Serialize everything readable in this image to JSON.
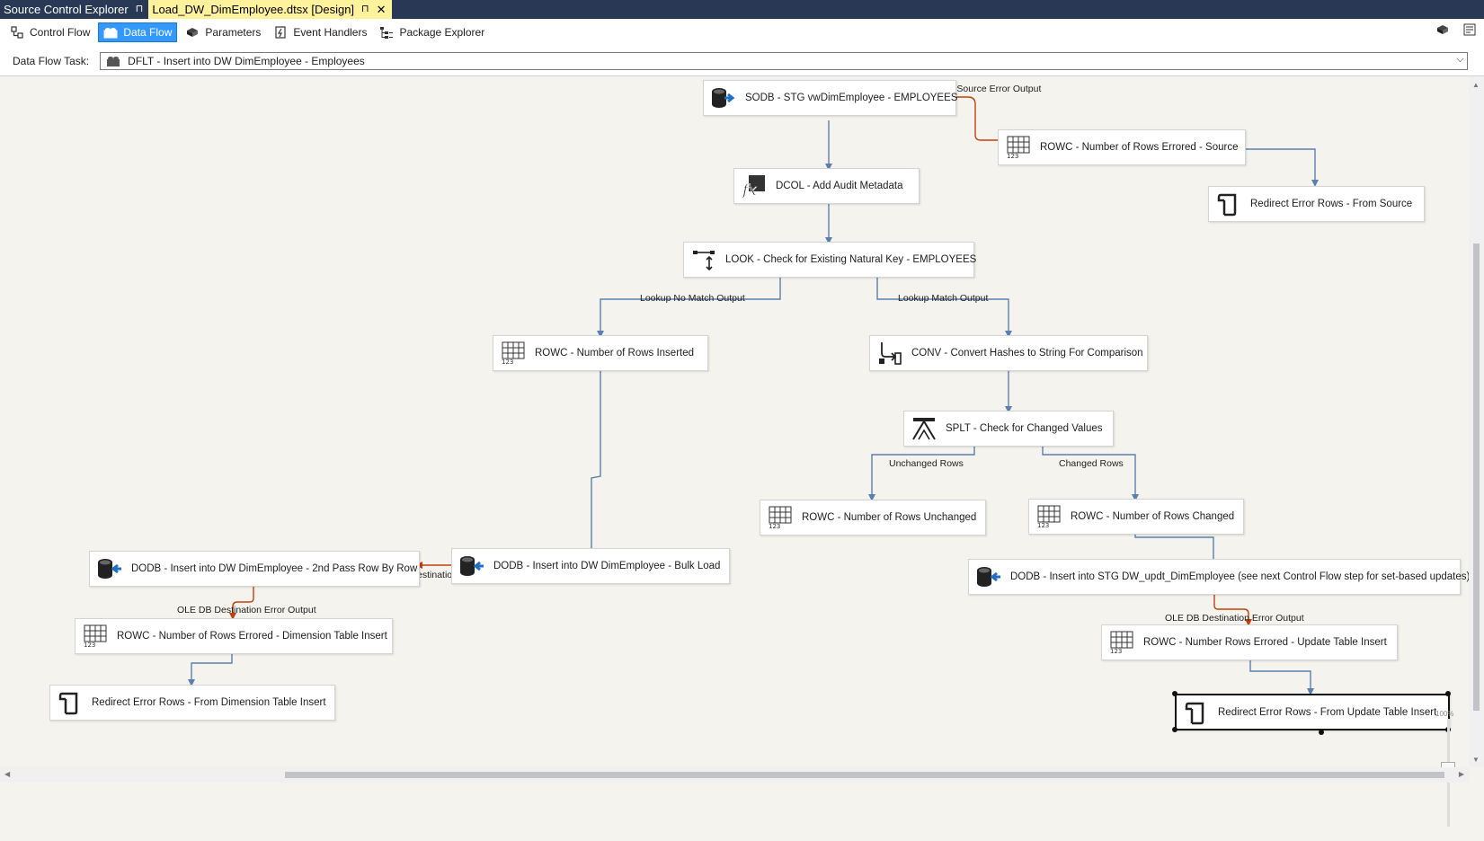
{
  "tabs": [
    {
      "label": "Source Control Explorer",
      "active": false,
      "pin": "⊓"
    },
    {
      "label": "Load_DW_DimEmployee.dtsx [Design]",
      "active": true,
      "pin": "⊓",
      "close": "✕"
    }
  ],
  "toolbar": {
    "items": [
      {
        "label": "Control Flow",
        "icon": "control-flow-icon",
        "active": false
      },
      {
        "label": "Data Flow",
        "icon": "data-flow-icon",
        "active": true
      },
      {
        "label": "Parameters",
        "icon": "parameters-icon",
        "active": false
      },
      {
        "label": "Event Handlers",
        "icon": "event-handlers-icon",
        "active": false
      },
      {
        "label": "Package Explorer",
        "icon": "package-explorer-icon",
        "active": false
      }
    ]
  },
  "task": {
    "label": "Data Flow Task:",
    "selected": "DFLT - Insert into DW DimEmployee - Employees"
  },
  "components": {
    "sodb": "SODB - STG vwDimEmployee - EMPLOYEES",
    "rowc_src_err": "ROWC - Number of Rows Errored - Source",
    "redir_src": "Redirect Error Rows - From Source",
    "dcol": "DCOL - Add Audit Metadata",
    "look": "LOOK - Check for Existing Natural Key - EMPLOYEES",
    "rowc_ins": "ROWC - Number of Rows Inserted",
    "conv": "CONV - Convert Hashes to String For Comparison",
    "splt": "SPLT - Check for Changed Values",
    "rowc_unch": "ROWC - Number of Rows Unchanged",
    "rowc_chg": "ROWC - Number of Rows Changed",
    "dodb_2nd": "DODB - Insert into DW DimEmployee - 2nd Pass Row By Row",
    "dodb_bulk": "DODB - Insert into DW DimEmployee - Bulk Load",
    "dodb_stg": "DODB - Insert into STG DW_updt_DimEmployee (see next Control Flow step for set-based updates)",
    "rowc_dim_err": "ROWC - Number of Rows Errored - Dimension Table Insert",
    "redir_dim": "Redirect Error Rows - From Dimension Table Insert",
    "rowc_upd_err": "ROWC - Number Rows Errored - Update Table Insert",
    "redir_upd": "Redirect Error Rows - From Update Table Insert"
  },
  "paths": {
    "src_error": "OLE DB Source Error Output",
    "no_match": "Lookup No Match Output",
    "match": "Lookup Match Output",
    "unchanged": "Unchanged Rows",
    "changed": "Changed Rows",
    "bulk_error": "OLE DB Destination Error Output",
    "rbr_error": "OLE DB Destination Error Output",
    "stg_error": "OLE DB Destination Error Output"
  },
  "zoom": {
    "label": "100%"
  },
  "colors": {
    "flow": "#5b7fb0",
    "error_flow": "#c2410c",
    "active_tab": "#fff29d",
    "active_toolbar": "#3399ff",
    "titlebar": "#293955"
  }
}
